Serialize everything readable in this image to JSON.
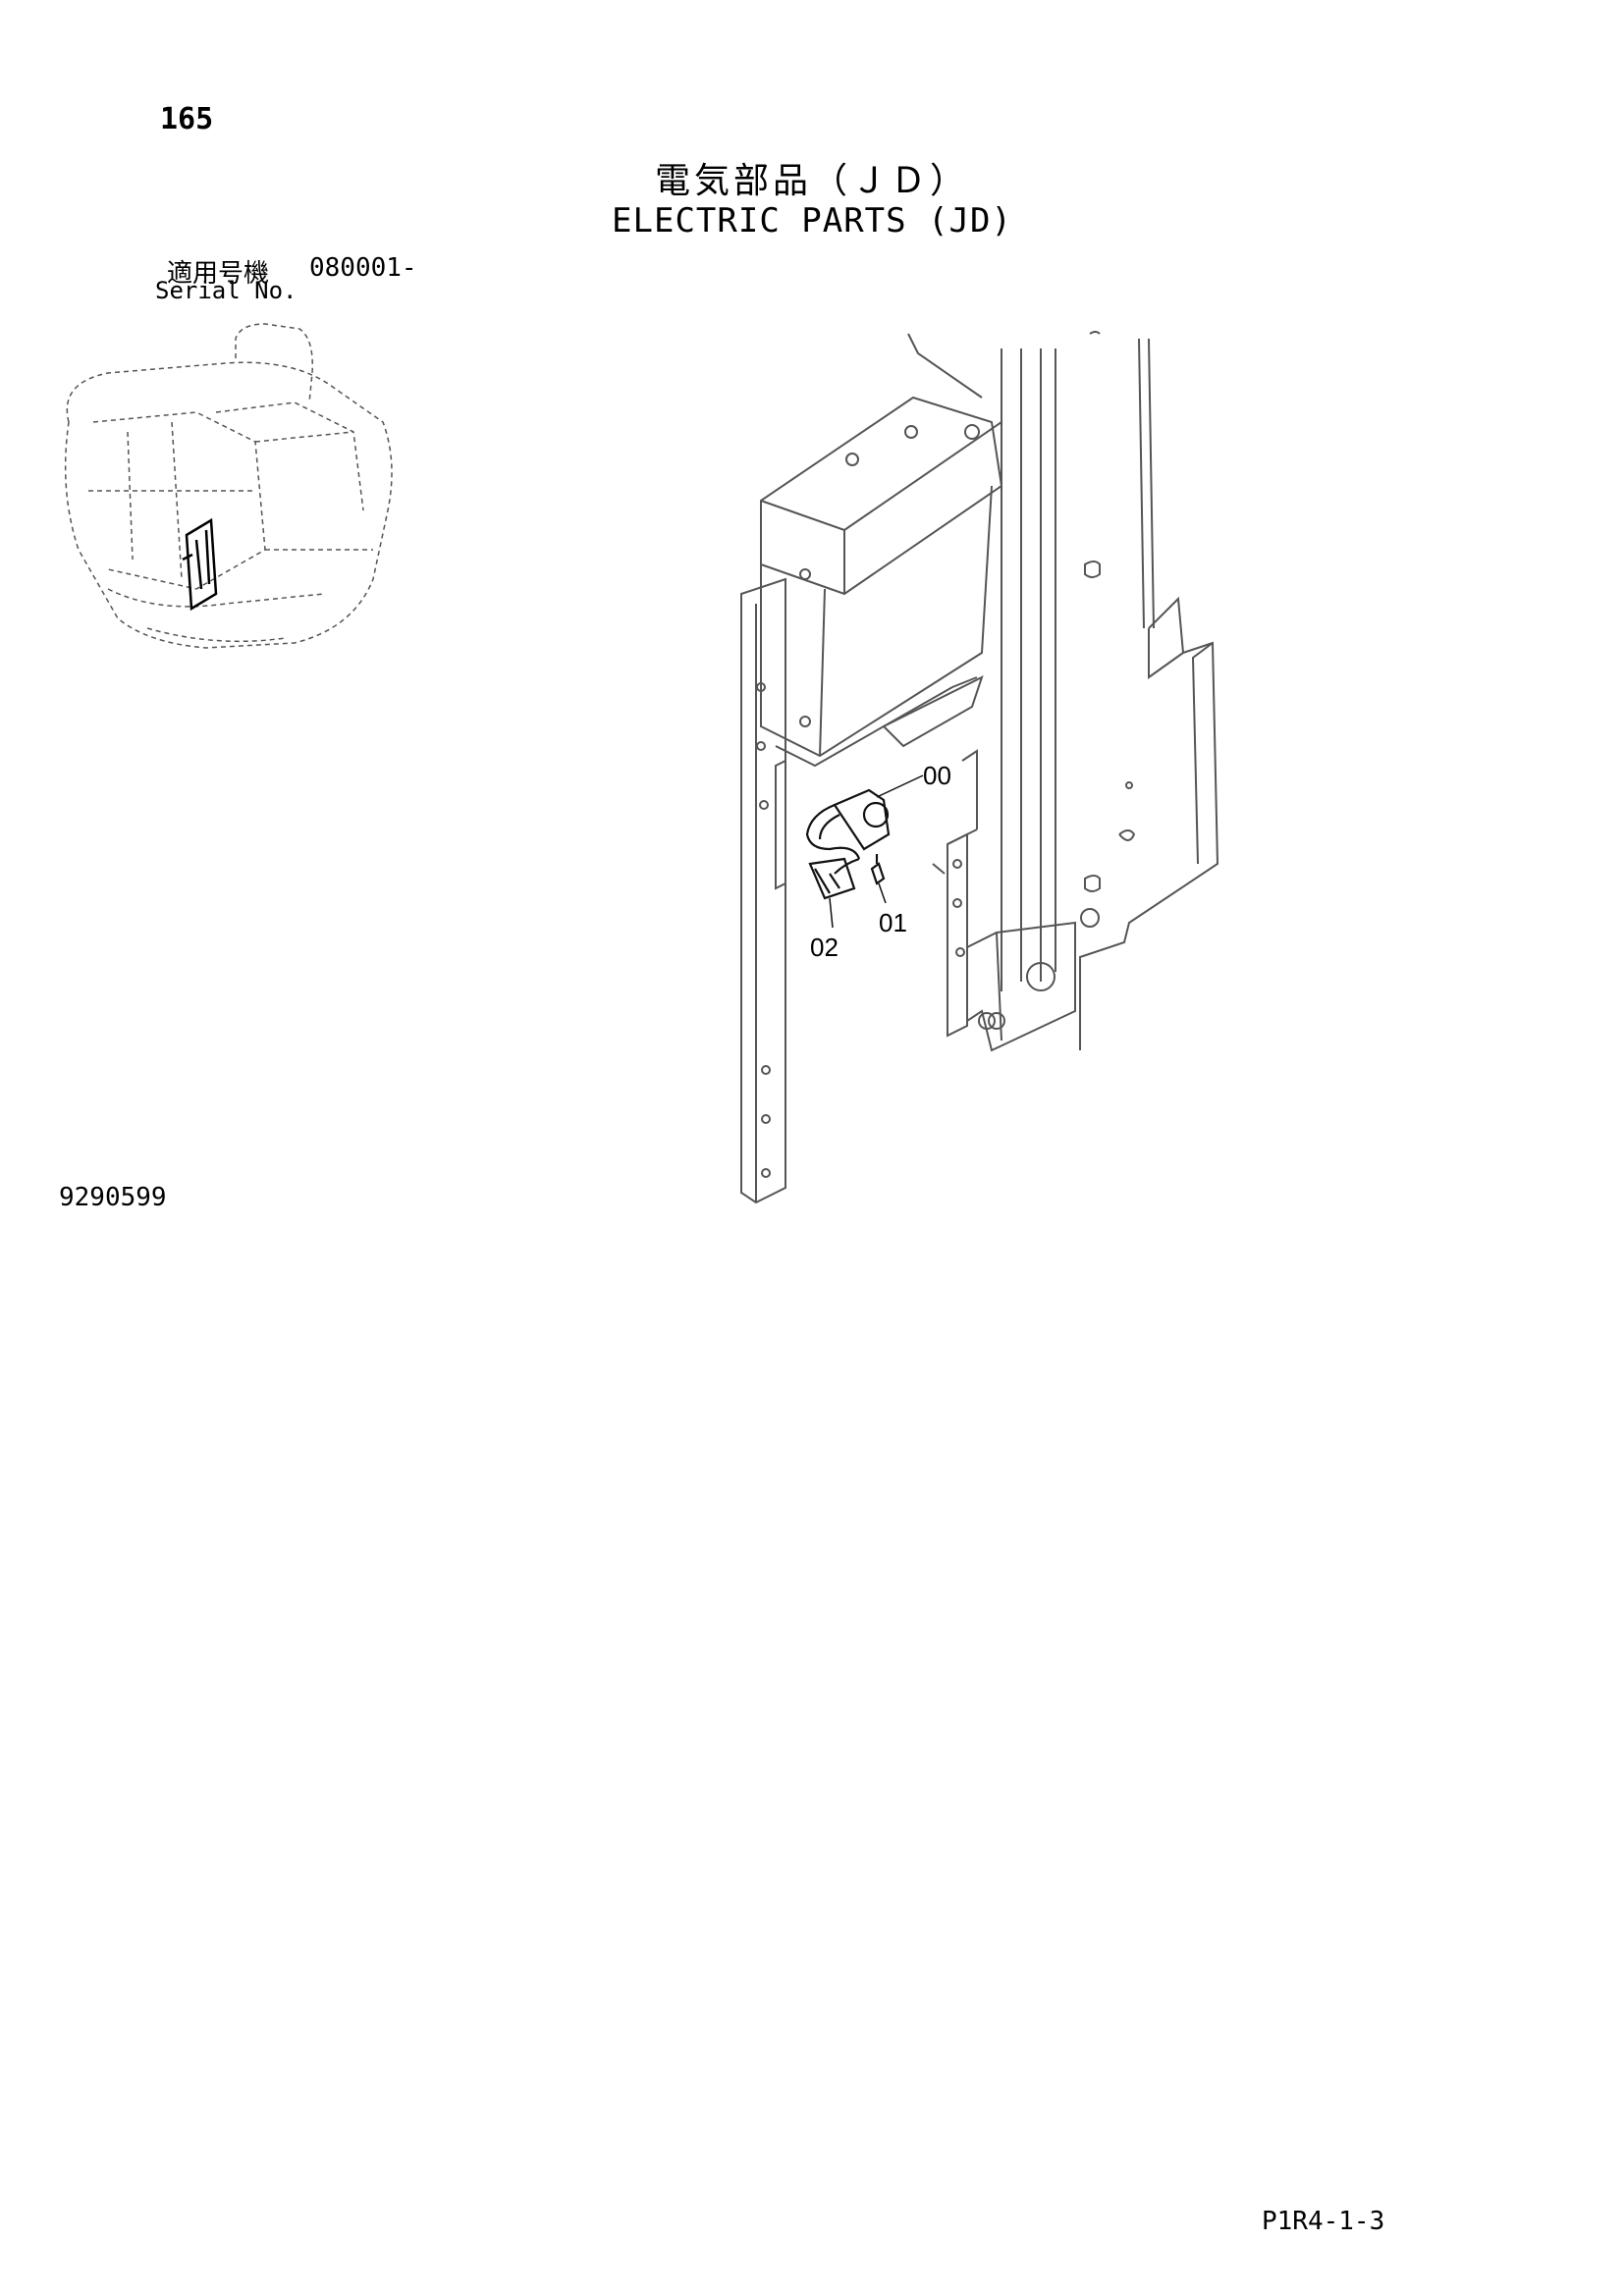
{
  "header": {
    "page_number": "165",
    "title_jp": "電気部品（ＪＤ）",
    "title_en": "ELECTRIC PARTS (JD)"
  },
  "serial": {
    "label_jp": "適用号機",
    "label_en": "Serial No.",
    "range": "080001-"
  },
  "diagram": {
    "callouts": [
      "00",
      "01",
      "02"
    ]
  },
  "footer": {
    "figure_number": "9290599",
    "sheet_code": "P1R4-1-3"
  }
}
